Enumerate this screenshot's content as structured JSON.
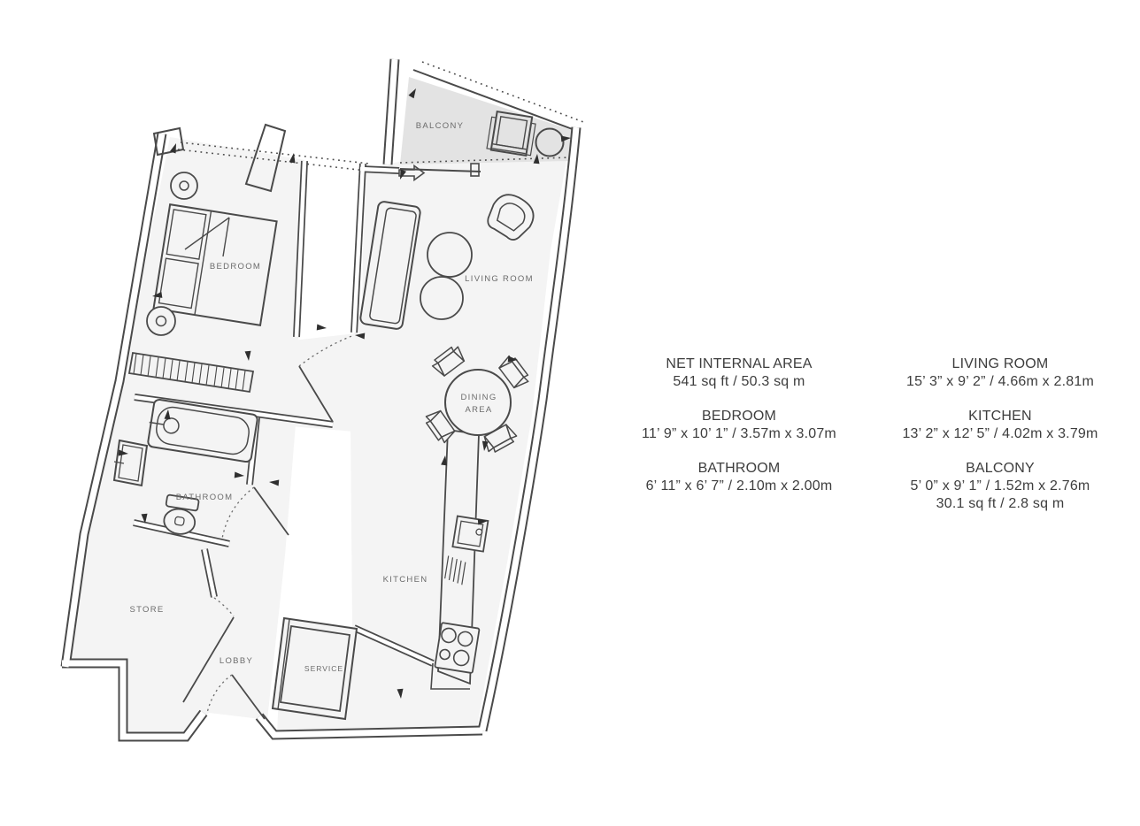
{
  "plan": {
    "rooms": {
      "balcony": "BALCONY",
      "bedroom": "BEDROOM",
      "living_room": "LIVING ROOM",
      "dining_line1": "DINING",
      "dining_line2": "AREA",
      "bathroom": "BATHROOM",
      "store": "STORE",
      "lobby": "LOBBY",
      "service": "SERVICE",
      "kitchen": "KITCHEN"
    },
    "colors": {
      "wall": "#4a4a4a",
      "floor": "#f4f4f4",
      "balcony_floor": "#e3e3e3",
      "label_text": "#6b6b6b",
      "stats_text": "#3d3d3d"
    }
  },
  "stats": {
    "columns": [
      {
        "blocks": [
          {
            "title": "NET INTERNAL AREA",
            "line1": "541 sq ft / 50.3 sq m"
          },
          {
            "title": "BEDROOM",
            "line1": "11’ 9” x 10’ 1” / 3.57m x 3.07m"
          },
          {
            "title": "BATHROOM",
            "line1": "6’ 11” x 6’ 7” / 2.10m x 2.00m"
          }
        ]
      },
      {
        "blocks": [
          {
            "title": "LIVING ROOM",
            "line1": "15’ 3” x 9’ 2” / 4.66m x 2.81m"
          },
          {
            "title": "KITCHEN",
            "line1": "13’ 2” x 12’ 5” / 4.02m x 3.79m"
          },
          {
            "title": "BALCONY",
            "line1": "5’ 0” x 9’ 1” / 1.52m x 2.76m",
            "line2": "30.1 sq ft / 2.8 sq m"
          }
        ]
      }
    ]
  }
}
